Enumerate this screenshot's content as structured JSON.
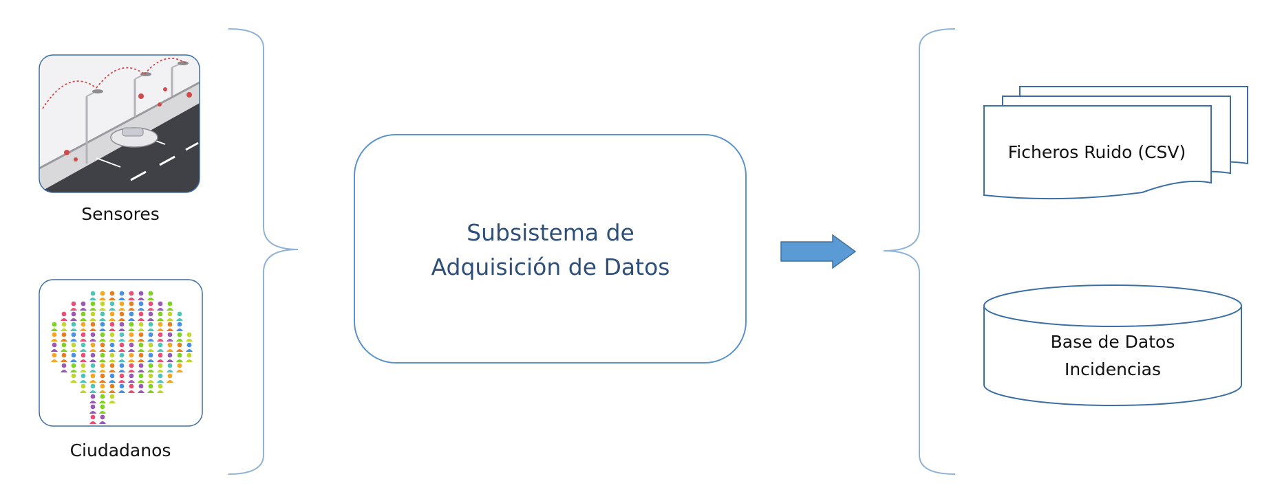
{
  "sources": [
    {
      "id": "sensores",
      "label": "Sensores"
    },
    {
      "id": "ciudadanos",
      "label": "Ciudadanos"
    }
  ],
  "center": {
    "line1": "Subsistema de",
    "line2": "Adquisición de Datos"
  },
  "outputs": {
    "files": {
      "label": "Ficheros Ruido (CSV)"
    },
    "database": {
      "line1": "Base de Datos",
      "line2": "Incidencias"
    }
  },
  "colors": {
    "accent": "#5a93c9",
    "arrow_fill": "#5b9bd5",
    "arrow_stroke": "#41719c",
    "bracket": "#8fb3d6",
    "center_text": "#2d4f78",
    "shape_stroke": "#3a6ea5"
  }
}
